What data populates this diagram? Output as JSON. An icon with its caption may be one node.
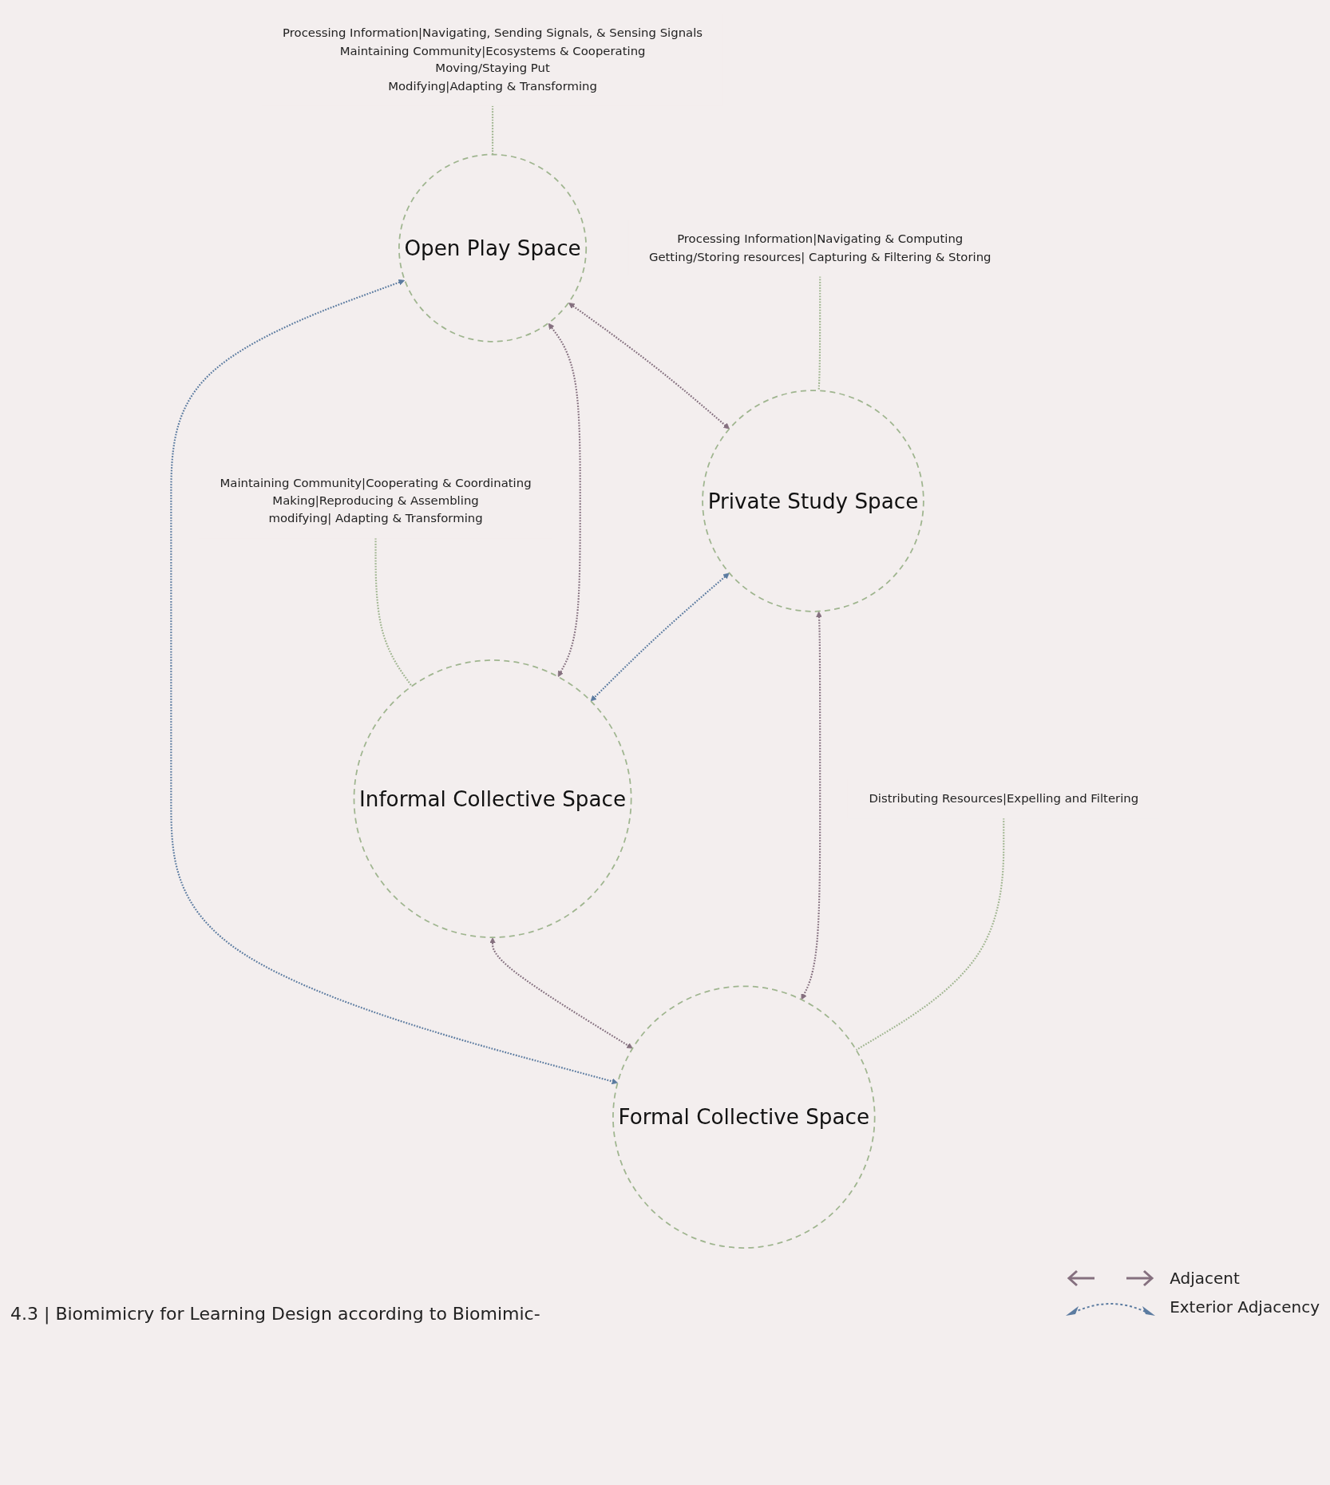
{
  "diagram": {
    "caption": "4.3 | Biomimicry for Learning Design according to Biomimic-",
    "nodes": [
      {
        "text": [
          "Open Play Space"
        ]
      },
      {
        "text": [
          "Informal Collective Space"
        ]
      },
      {
        "text": [
          "Private Study Space"
        ]
      },
      {
        "text": [
          "Formal Collective Space"
        ]
      },
      {
        "text": [
          "Processing Information|Navigating, Sending Signals, & Sensing Signals",
          "Maintaining Community|Ecosystems & Cooperating",
          "Moving/Staying Put",
          "Modifying|Adapting & Transforming"
        ]
      },
      {
        "text": [
          "Maintaining Community|Cooperating & Coordinating",
          "Making|Reproducing & Assembling",
          "modifying| Adapting & Transforming"
        ]
      },
      {
        "text": [
          "Distributing Resources|Expelling and Filtering"
        ]
      },
      {
        "text": [
          "Processing Information|Navigating & Computing",
          "Getting/Storing resources| Capturing & Filtering & Storing"
        ]
      }
    ],
    "edges": [
      {
        "from": 4,
        "to": 0,
        "arrow": "none",
        "style": "dashed",
        "color": "#9fb58f"
      },
      {
        "from": 5,
        "to": 1,
        "arrow": "none",
        "style": "dashed",
        "color": "#9fb58f"
      },
      {
        "from": 0,
        "to": 1,
        "arrow": "both",
        "style": "dashed",
        "color": "#85707f"
      },
      {
        "from": 0,
        "to": 2,
        "arrow": "both",
        "style": "dashed",
        "color": "#85707f"
      },
      {
        "from": 0,
        "to": 3,
        "arrow": "both",
        "style": "dashed",
        "color": "#5b7ba0"
      },
      {
        "from": 2,
        "to": 1,
        "arrow": "both",
        "style": "dashed",
        "color": "#5b7ba0"
      },
      {
        "from": 1,
        "to": 3,
        "arrow": "both",
        "style": "dashed",
        "color": "#85707f"
      },
      {
        "from": 2,
        "to": 3,
        "arrow": "both",
        "style": "dashed",
        "color": "#85707f"
      },
      {
        "from": 6,
        "to": 3,
        "arrow": "none",
        "style": "dashed",
        "color": "#9fb58f"
      },
      {
        "from": 7,
        "to": 2,
        "arrow": "none",
        "style": "dashed",
        "color": "#9fb58f"
      }
    ],
    "legend": [
      {
        "text": "Adjacent"
      },
      {
        "text": "Exterior Adjacency"
      }
    ]
  }
}
